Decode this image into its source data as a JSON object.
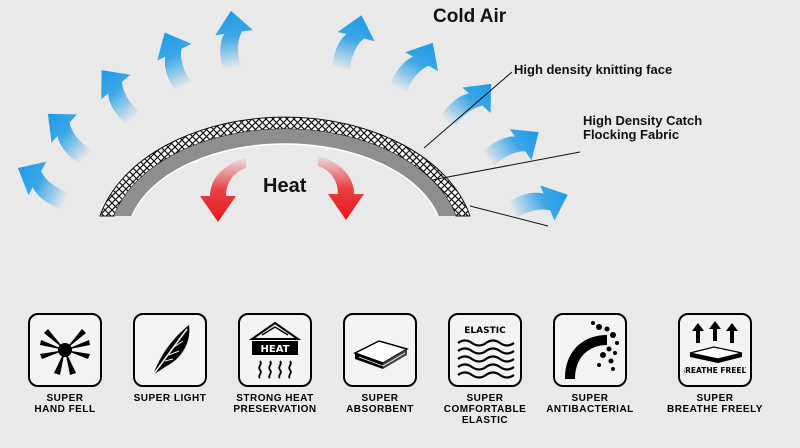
{
  "labels": {
    "cold_air": "Cold Air",
    "heat": "Heat",
    "knitting_face": "High density knitting face",
    "flocking_line1": "High Density Catch",
    "flocking_line2": "Flocking Fabric"
  },
  "features": [
    {
      "icon": "hands-icon",
      "line1": "SUPER",
      "line2": "HAND FELL"
    },
    {
      "icon": "feather-icon",
      "line1": "SUPER LIGHT",
      "line2": ""
    },
    {
      "icon": "heat-icon",
      "line1": "STRONG HEAT",
      "line2": "PRESERVATION",
      "word": "HEAT"
    },
    {
      "icon": "absorbent-sheet-icon",
      "line1": "SUPER",
      "line2": "ABSORBENT"
    },
    {
      "icon": "elastic-waves-icon",
      "line1": "SUPER",
      "line2": "COMFORTABLE",
      "line3": "ELASTIC",
      "word": "ELASTIC"
    },
    {
      "icon": "antibacterial-icon",
      "line1": "SUPER",
      "line2": "ANTIBACTERIAL"
    },
    {
      "icon": "breathe-arrows-icon",
      "line1": "SUPER",
      "line2": "BREATHE FREELY",
      "word": "BREATHE FREELY"
    }
  ],
  "colors": {
    "cold_arrow": "#1e9be6",
    "heat_arrow": "#e8161a",
    "fabric_gray": "#8e8e8e",
    "background": "#e9e9ea"
  }
}
